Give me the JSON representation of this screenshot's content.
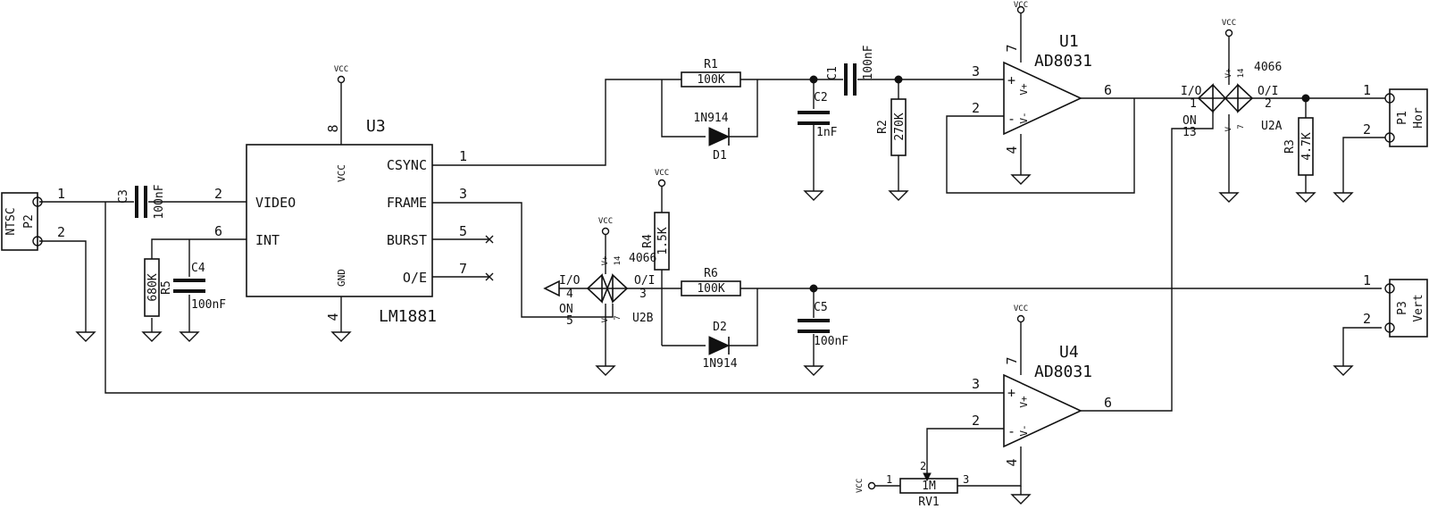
{
  "vcc": "VCC",
  "U3": {
    "ref": "U3",
    "value": "LM1881",
    "pin_csync": "CSYNC",
    "pin_frame": "FRAME",
    "pin_burst": "BURST",
    "pin_oe": "O/E",
    "pin_video": "VIDEO",
    "pin_int": "INT",
    "pin_vcc": "VCC",
    "pin_gnd": "GND",
    "n1": "1",
    "n2": "2",
    "n3": "3",
    "n4": "4",
    "n5": "5",
    "n6": "6",
    "n7": "7",
    "n8": "8"
  },
  "U1": {
    "ref": "U1",
    "value": "AD8031",
    "n3": "3",
    "n2": "2",
    "n4": "4",
    "n6": "6",
    "n7": "7",
    "plus": "+",
    "minus": "-",
    "vp": "V+",
    "vm": "V-"
  },
  "U4": {
    "ref": "U4",
    "value": "AD8031",
    "n3": "3",
    "n2": "2",
    "n4": "4",
    "n6": "6",
    "n7": "7",
    "plus": "+",
    "minus": "-",
    "vp": "V+",
    "vm": "V-"
  },
  "U2A": {
    "ref": "U2A",
    "value": "4066",
    "io": "I/O",
    "oi": "O/I",
    "on": "ON",
    "n1": "1",
    "n2": "2",
    "n13": "13",
    "n14": "14",
    "n7": "7",
    "vp": "V+",
    "vm": "V-"
  },
  "U2B": {
    "ref": "U2B",
    "value": "4066",
    "io": "I/O",
    "oi": "O/I",
    "on": "ON",
    "n4": "4",
    "n3": "3",
    "n5": "5",
    "n14": "14",
    "n7": "7",
    "vp": "V+",
    "vm": "V-"
  },
  "R1": {
    "ref": "R1",
    "value": "100K"
  },
  "R2": {
    "ref": "R2",
    "value": "270K"
  },
  "R3": {
    "ref": "R3",
    "value": "4.7K"
  },
  "R4": {
    "ref": "R4",
    "value": "1.5K"
  },
  "R5": {
    "ref": "R5",
    "value": "680K"
  },
  "R6": {
    "ref": "R6",
    "value": "100K"
  },
  "RV1": {
    "ref": "RV1",
    "value": "1M",
    "n1": "1",
    "n2": "2",
    "n3": "3"
  },
  "C1": {
    "ref": "C1",
    "value": "100nF"
  },
  "C2": {
    "ref": "C2",
    "value": "1nF"
  },
  "C3": {
    "ref": "C3",
    "value": "100nF"
  },
  "C4": {
    "ref": "C4",
    "value": "100nF"
  },
  "C5": {
    "ref": "C5",
    "value": "100nF"
  },
  "D1": {
    "ref": "D1",
    "value": "1N914"
  },
  "D2": {
    "ref": "D2",
    "value": "1N914"
  },
  "P1": {
    "ref": "P1",
    "value": "Hor",
    "n1": "1",
    "n2": "2"
  },
  "P2": {
    "ref": "P2",
    "value": "NTSC",
    "n1": "1",
    "n2": "2"
  },
  "P3": {
    "ref": "P3",
    "value": "Vert",
    "n1": "1",
    "n2": "2"
  }
}
